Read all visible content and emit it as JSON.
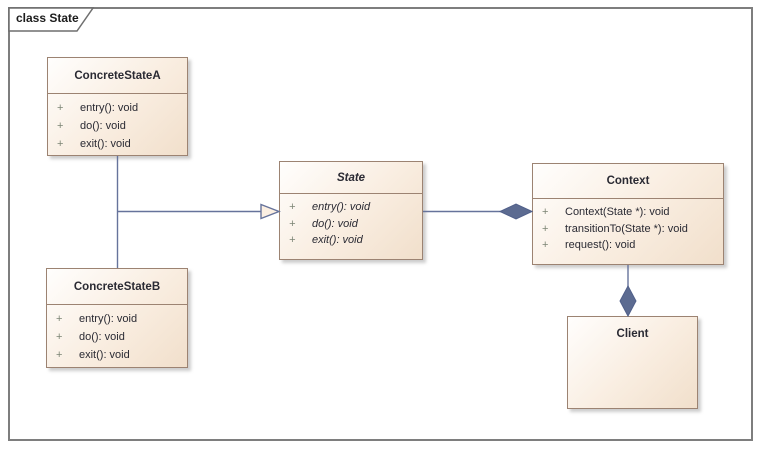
{
  "frame": {
    "label": "class State"
  },
  "classes": {
    "concreteStateA": {
      "name": "ConcreteStateA",
      "methods": [
        {
          "visibility": "+",
          "signature": "entry(): void"
        },
        {
          "visibility": "+",
          "signature": "do(): void"
        },
        {
          "visibility": "+",
          "signature": "exit(): void"
        }
      ]
    },
    "concreteStateB": {
      "name": "ConcreteStateB",
      "methods": [
        {
          "visibility": "+",
          "signature": "entry(): void"
        },
        {
          "visibility": "+",
          "signature": "do(): void"
        },
        {
          "visibility": "+",
          "signature": "exit(): void"
        }
      ]
    },
    "state": {
      "name": "State",
      "abstract": true,
      "methods": [
        {
          "visibility": "+",
          "signature": "entry(): void"
        },
        {
          "visibility": "+",
          "signature": "do(): void"
        },
        {
          "visibility": "+",
          "signature": "exit(): void"
        }
      ]
    },
    "context": {
      "name": "Context",
      "methods": [
        {
          "visibility": "+",
          "signature": "Context(State *): void"
        },
        {
          "visibility": "+",
          "signature": "transitionTo(State *): void"
        },
        {
          "visibility": "+",
          "signature": "request(): void"
        }
      ]
    },
    "client": {
      "name": "Client",
      "methods": []
    }
  },
  "relationships": [
    {
      "type": "generalization",
      "from": "ConcreteStateA",
      "to": "State"
    },
    {
      "type": "generalization",
      "from": "ConcreteStateB",
      "to": "State"
    },
    {
      "type": "composition",
      "whole": "Context",
      "part": "State"
    },
    {
      "type": "composition",
      "whole": "Client",
      "part": "Context"
    }
  ],
  "colors": {
    "frame_border": "#7e7e7e",
    "box_border": "#9c8372",
    "box_fill_light": "#fffefd",
    "box_fill_dark": "#f1dfcb",
    "connector": "#66739b",
    "diamond_fill": "#5c6b91",
    "triangle_fill": "#fbefe2",
    "visibility": "#7b8474",
    "text": "#2a2a33"
  }
}
